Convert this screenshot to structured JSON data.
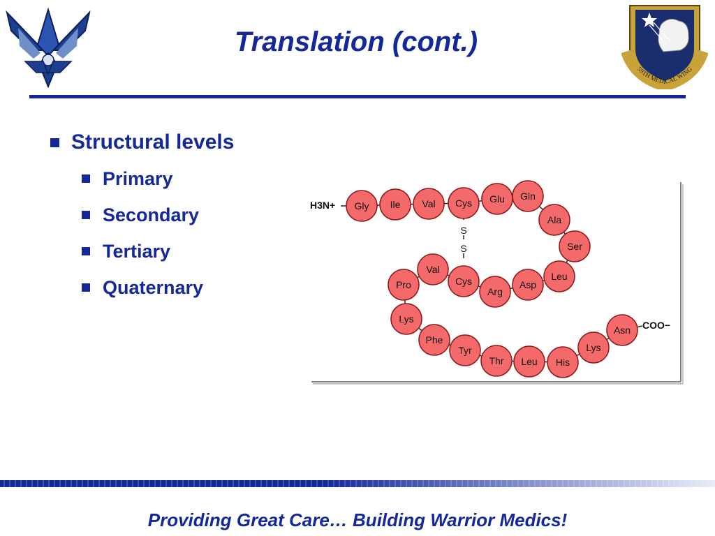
{
  "slide": {
    "title": "Translation (cont.)",
    "footer": "Providing Great Care… Building Warrior Medics!"
  },
  "bullets": {
    "main": "Structural levels",
    "sub": [
      "Primary",
      "Secondary",
      "Tertiary",
      "Quaternary"
    ]
  },
  "diagram": {
    "n_terminus": "H3N+",
    "c_terminus": "COO−",
    "disulfide": [
      "S",
      "S"
    ],
    "residues": [
      "Gly",
      "Ile",
      "Val",
      "Cys",
      "Glu",
      "Gln",
      "Ala",
      "Ser",
      "Leu",
      "Asp",
      "Arg",
      "Cys",
      "Val",
      "Pro",
      "Lys",
      "Phe",
      "Tyr",
      "Thr",
      "Leu",
      "His",
      "Lys",
      "Asn"
    ]
  },
  "logos": {
    "right_seal_text": "59TH MEDICAL WING"
  },
  "colors": {
    "brand_blue": "#14289a",
    "residue_fill": "#f46a6a",
    "residue_stroke": "#8b1a1a"
  }
}
